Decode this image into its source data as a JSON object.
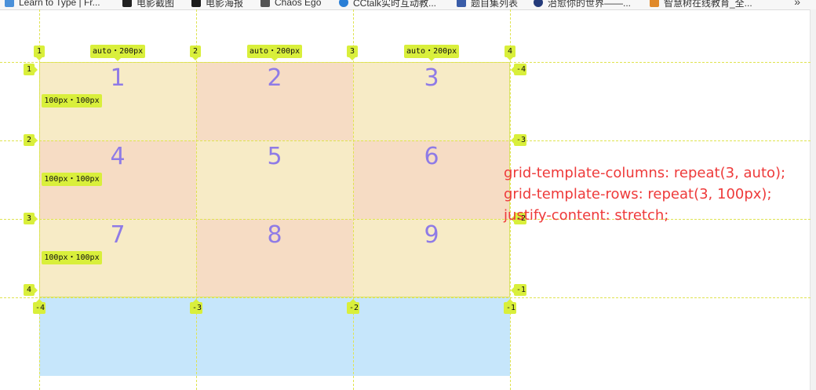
{
  "bookmarks": [
    {
      "label": "Learn to Type | Fr...",
      "icon": "globe-icon",
      "color": "#4a90d9"
    },
    {
      "label": "电影截图",
      "icon": "film-icon",
      "color": "#222222"
    },
    {
      "label": "电影海报",
      "icon": "film-icon",
      "color": "#1c1c1c"
    },
    {
      "label": "Chaos Ego",
      "icon": "feather-icon",
      "color": "#333333"
    },
    {
      "label": "CCtalk实时互动教...",
      "icon": "cctalk-icon",
      "color": "#2a7fd6"
    },
    {
      "label": "题目集列表",
      "icon": "list-icon",
      "color": "#3a5da8"
    },
    {
      "label": "治愈你的世界——...",
      "icon": "circle-icon",
      "color": "#243b7a"
    },
    {
      "label": "智慧树在线教育_全...",
      "icon": "tree-icon",
      "color": "#e0892a"
    }
  ],
  "bookmarks_more": "»",
  "grid": {
    "cells": [
      "1",
      "2",
      "3",
      "4",
      "5",
      "6",
      "7",
      "8",
      "9"
    ],
    "column_line_labels_top": [
      "1",
      "2",
      "3",
      "4"
    ],
    "column_size_labels": [
      "auto・200px",
      "auto・200px",
      "auto・200px"
    ],
    "column_line_labels_bottom": [
      "-4",
      "-3",
      "-2",
      "-1"
    ],
    "row_line_labels_left": [
      "1",
      "2",
      "3",
      "4"
    ],
    "row_line_labels_right": [
      "-4",
      "-3",
      "-2",
      "-1"
    ],
    "row_size_labels": [
      "100px・100px",
      "100px・100px",
      "100px・100px"
    ],
    "colors": {
      "cell_light": "#f7ebc6",
      "cell_peach": "#f6dcc4",
      "implicit_row": "#c6e6fb",
      "badge": "#d9ef3b",
      "cell_text": "#8f7be6"
    }
  },
  "css_lines": [
    "grid-template-columns: repeat(3, auto);",
    "grid-template-rows: repeat(3, 100px);",
    "justify-content: stretch;"
  ],
  "css_text_color": "#ee3a3a"
}
